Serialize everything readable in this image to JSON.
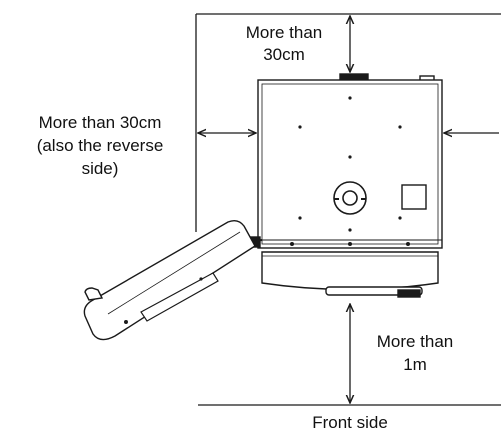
{
  "labels": {
    "top_clearance": [
      "More than",
      "30cm"
    ],
    "side_clearance": [
      "More than 30cm",
      "(also the reverse",
      "side)"
    ],
    "front_clearance": [
      "More than",
      "1m"
    ],
    "front_side": "Front side"
  },
  "colors": {
    "line": "#1a1a1a",
    "fill": "#ffffff",
    "shade": "#d9d9d9"
  }
}
